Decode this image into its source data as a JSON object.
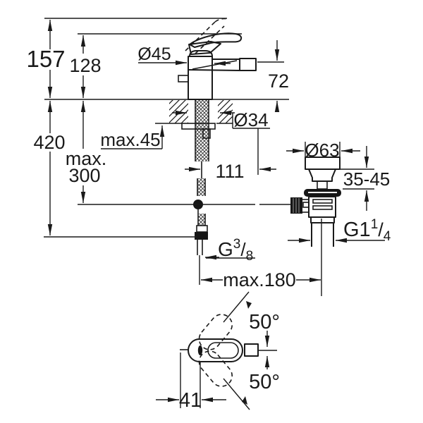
{
  "colors": {
    "line": "#1a1a1a",
    "background": "#ffffff"
  },
  "side_view": {
    "dim_157": "157",
    "dim_128": "128",
    "dia_45": "Ø45",
    "dim_72": "72",
    "dim_420": "420",
    "dim_max45": "max.45",
    "dia_34": "Ø34",
    "dim_max300_line1": "max.",
    "dim_max300_line2": "300",
    "dim_111": "111",
    "dia_63": "Ø63",
    "dim_35_45": "35-45",
    "dim_max180": "max.180",
    "thread_g38": {
      "base": "G",
      "sup": "3",
      "slash": "/",
      "sub": "8"
    },
    "thread_g114": {
      "base": "G1",
      "sup": "1",
      "slash": "/",
      "sub": "4"
    }
  },
  "top_view": {
    "angle_upper": "50°",
    "angle_lower": "50°",
    "dim_41": "41"
  }
}
